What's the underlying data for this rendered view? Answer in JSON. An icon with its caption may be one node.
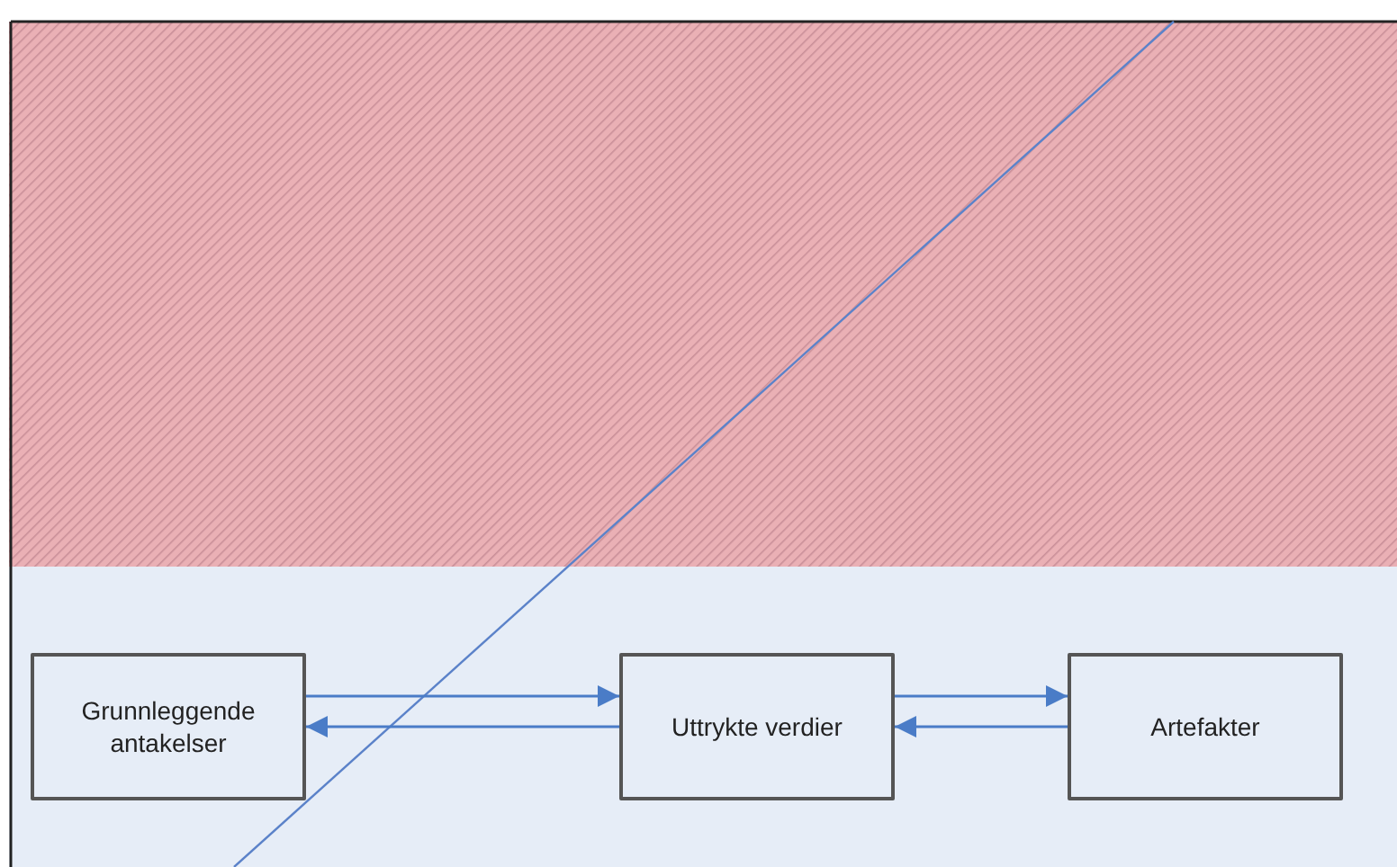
{
  "diagram": {
    "nodes": [
      {
        "text": [
          "Grunnleggende antakelser"
        ]
      },
      {
        "text": [
          "Uttrykte verdier"
        ]
      },
      {
        "text": [
          "Artefakter"
        ]
      }
    ],
    "edges": [
      {
        "from": 0,
        "to": 1,
        "arrow": "to"
      },
      {
        "from": 1,
        "to": 0,
        "arrow": "to"
      },
      {
        "from": 1,
        "to": 2,
        "arrow": "to"
      },
      {
        "from": 2,
        "to": 1,
        "arrow": "to"
      }
    ]
  }
}
